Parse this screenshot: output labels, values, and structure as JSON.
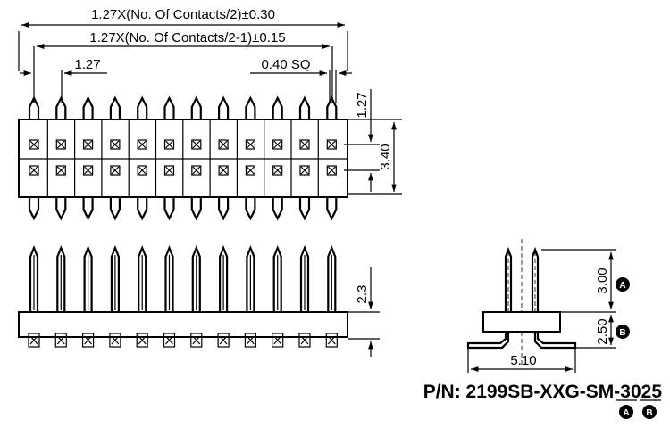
{
  "dimensions": {
    "overall_length": "1.27X(No. Of Contacts/2)±0.30",
    "pin_span": "1.27X(No. Of Contacts/2-1)±0.15",
    "pitch": "1.27",
    "pin_square": "0.40 SQ",
    "row_pitch": "1.27",
    "body_height": "3.40",
    "side_pin_length": "2.3",
    "mating_length": "3.00",
    "tail_height": "2.50",
    "footprint_width": "5.10"
  },
  "callouts": {
    "a": "A",
    "b": "B"
  },
  "part_number": {
    "prefix": "P/N: 2199SB-XXG-SM-",
    "code_a": "30",
    "code_b": "25"
  },
  "pin_count_per_row": 12
}
